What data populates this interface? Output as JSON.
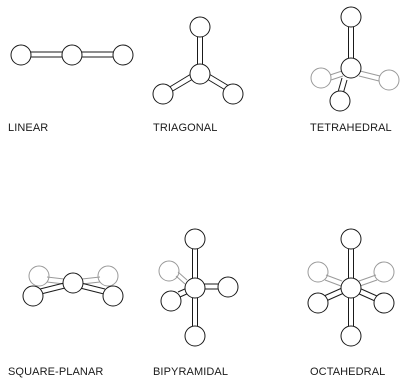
{
  "diagram": {
    "geometries": [
      {
        "id": "linear",
        "label": "LINEAR"
      },
      {
        "id": "triagonal",
        "label": "TRIAGONAL"
      },
      {
        "id": "tetrahedral",
        "label": "TETRAHEDRAL"
      },
      {
        "id": "square-planar",
        "label": "SQUARE-PLANAR"
      },
      {
        "id": "bipyramidal",
        "label": "BIPYRAMIDAL"
      },
      {
        "id": "octahedral",
        "label": "OCTAHEDRAL"
      }
    ]
  },
  "colors": {
    "stroke": "#1a1a1a",
    "faded_stroke": "#9a9a9a",
    "fill": "#ffffff"
  }
}
